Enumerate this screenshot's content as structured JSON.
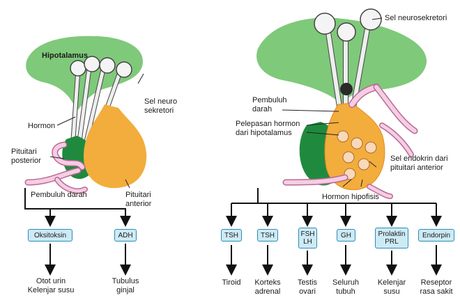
{
  "left_diagram": {
    "hipotalamus": "Hipotalamus",
    "sel_neuro_sekretori": "Sel neuro\nsekretori",
    "hormon": "Hormon",
    "pituitari_posterior": "Pituitari\nposterior",
    "pembuluh_darah": "Pembuluh darah",
    "pituitari_anterior": "Pituitari\nanterior",
    "hormones": [
      "Oksitoksin",
      "ADH"
    ],
    "targets": [
      "Otot urin\nKelenjar susu",
      "Tubulus\nginjal"
    ]
  },
  "right_diagram": {
    "sel_neurosekretori": "Sel neurosekretori",
    "pembuluh_darah": "Pembuluh\ndarah",
    "pelepasan_hormon": "Pelepasan hormon\ndari hipotalamus",
    "sel_endokrin": "Sel endokrin  dari\npituitari anterior",
    "hormon_hipofisis": "Hormon hipofisis",
    "hormones": [
      "TSH",
      "TSH",
      "FSH\nLH",
      "GH",
      "Prolaktin\nPRL",
      "Endorpin"
    ],
    "targets": [
      "Tiroid",
      "Korteks\nadrenal",
      "Testis\novari",
      "Seluruh\ntubuh",
      "Kelenjar\nsusu",
      "Reseptor\nrasa sakit"
    ]
  },
  "colors": {
    "hypothalamus_green": "#7fc97a",
    "posterior_green": "#1f8a3e",
    "anterior_orange": "#f2ad3c",
    "vessel_pink": "#f6cde3",
    "vessel_outline": "#b86a95",
    "box_fill": "#cdeaf5",
    "box_border": "#2d8cb4"
  }
}
